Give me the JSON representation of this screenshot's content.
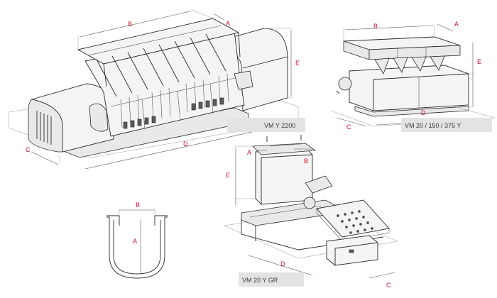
{
  "dim_labels": {
    "a": "A",
    "b": "B",
    "c": "C",
    "d": "D",
    "e": "E"
  },
  "models": {
    "large": "VM Y 2200",
    "box": "VM 20 / 150 / 375 Y",
    "grid": "VM 20 Y GR"
  },
  "colors": {
    "dimension": "#c8102e",
    "line": "#2a2a2a",
    "caption_band": "#e3e3e3"
  }
}
